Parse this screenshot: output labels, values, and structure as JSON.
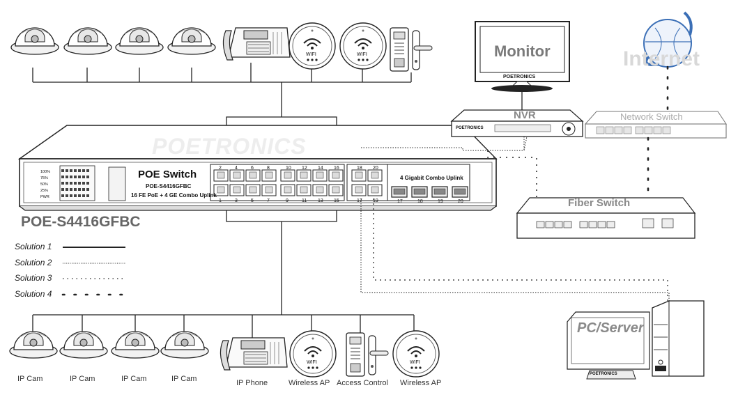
{
  "watermark": "POETRONICS",
  "switch": {
    "title": "POE Switch",
    "model": "POE-S4416GFBC",
    "subtitle": "16 FE PoE + 4 GE Combo Uplink",
    "uplink_label": "4 Gigabit Combo Uplink",
    "caption": "POE-S4416GFBC",
    "led_labels": [
      "100%",
      "75%",
      "50%",
      "25%",
      "PWR"
    ],
    "port_top": [
      "2",
      "4",
      "6",
      "8",
      "10",
      "12",
      "14",
      "16"
    ],
    "port_bottom": [
      "1",
      "3",
      "5",
      "7",
      "9",
      "11",
      "13",
      "15"
    ],
    "uplink_top": [
      "18",
      "20"
    ],
    "uplink_bottom": [
      "17",
      "19"
    ],
    "sfp_labels": [
      "17",
      "18",
      "19",
      "20"
    ]
  },
  "devices": {
    "monitor": "Monitor",
    "monitor_brand": "POETRONICS",
    "nvr": "NVR",
    "nvr_brand": "POETRONICS",
    "network_switch": "Network Switch",
    "fiber_switch": "Fiber Switch",
    "internet": "Internet",
    "pc_server": "PC/Server",
    "pc_brand": "POETRONICS"
  },
  "legend": [
    {
      "label": "Solution 1",
      "style": "solid"
    },
    {
      "label": "Solution 2",
      "style": "fine-dotted"
    },
    {
      "label": "Solution 3",
      "style": "dotted"
    },
    {
      "label": "Solution 4",
      "style": "heavy-dotted"
    }
  ],
  "bottom_labels": [
    "IP Cam",
    "IP Cam",
    "IP Cam",
    "IP Cam",
    "IP Phone",
    "Wireless AP",
    "Access Control",
    "Wireless AP"
  ],
  "wifi_text": "WIFI",
  "colors": {
    "line": "#222222",
    "accent_grey": "#7a7a7a",
    "internet_blue": "#3b6fb6"
  }
}
